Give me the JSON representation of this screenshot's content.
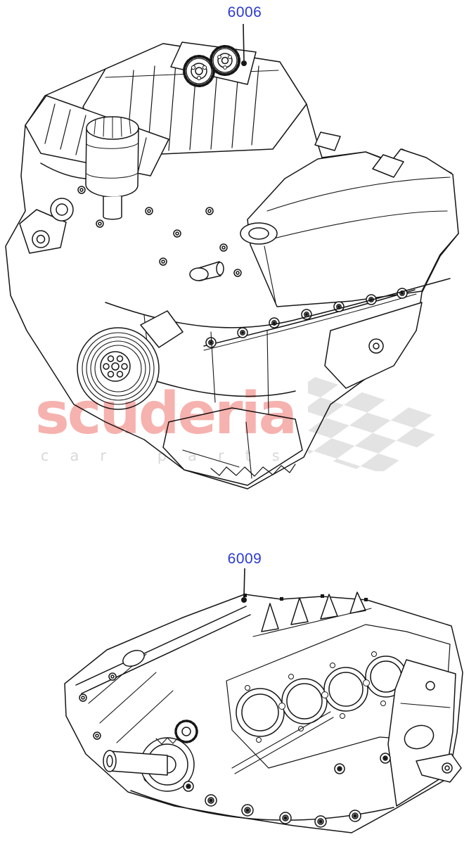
{
  "page": {
    "background_color": "#ffffff",
    "type": "parts-catalog-illustration"
  },
  "figures": {
    "top": {
      "callout": "6006",
      "illustration": "service-engine-line-drawing"
    },
    "bottom": {
      "callout": "6009",
      "illustration": "short-block-line-drawing"
    }
  },
  "watermark": {
    "brand": "scuderia",
    "tagline": "car parts",
    "brand_color": "#f6b2ae",
    "tagline_color": "#d9d9d9",
    "flag_color": "#e3e3e3"
  },
  "style": {
    "callout_color": "#2b3ad2",
    "line_color": "#161616"
  }
}
